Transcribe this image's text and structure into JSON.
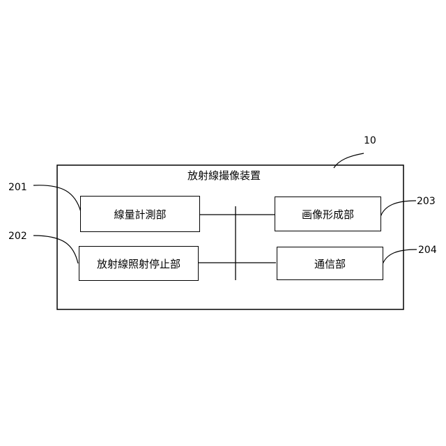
{
  "diagram": {
    "device_ref": "10",
    "device_title": "放射線撮像装置",
    "blocks": [
      {
        "id": "201",
        "label": "線量計測部"
      },
      {
        "id": "202",
        "label": "放射線照射停止部"
      },
      {
        "id": "203",
        "label": "画像形成部"
      },
      {
        "id": "204",
        "label": "通信部"
      }
    ]
  }
}
